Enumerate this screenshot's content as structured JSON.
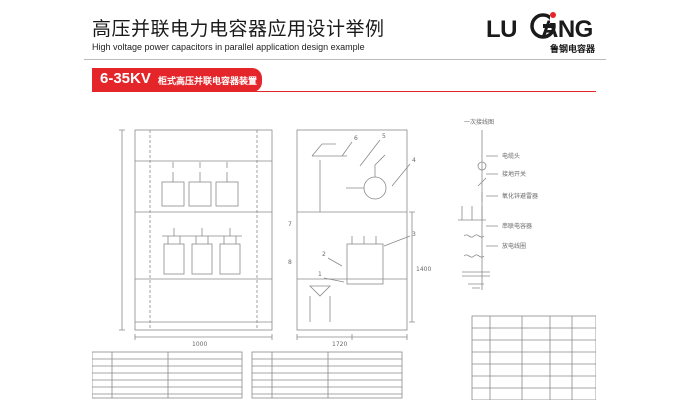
{
  "header": {
    "title_cn": "高压并联电力电容器应用设计举例",
    "title_en": "High voltage power capacitors in parallel application design example"
  },
  "logo": {
    "text_left": "LU",
    "text_right": "ANG",
    "subtitle": "鲁钢电容器"
  },
  "banner": {
    "main": "6-35KV",
    "sub": "柜式高压并联电容器装置"
  },
  "drawing": {
    "schematic_title": "一次接线图",
    "legend_labels": [
      "电缆头",
      "接地开关",
      "氧化锌避雷器",
      "串联电容器",
      "放电线圈"
    ],
    "dim_bottom_left": "1000",
    "dim_bottom_right": "1720",
    "dim_right": "1400",
    "callouts": [
      "6",
      "5",
      "4",
      "3",
      "2",
      "1",
      "7",
      "8"
    ]
  },
  "colors": {
    "banner_red": "#e4262b",
    "line_gray": "#8a8a8a"
  }
}
